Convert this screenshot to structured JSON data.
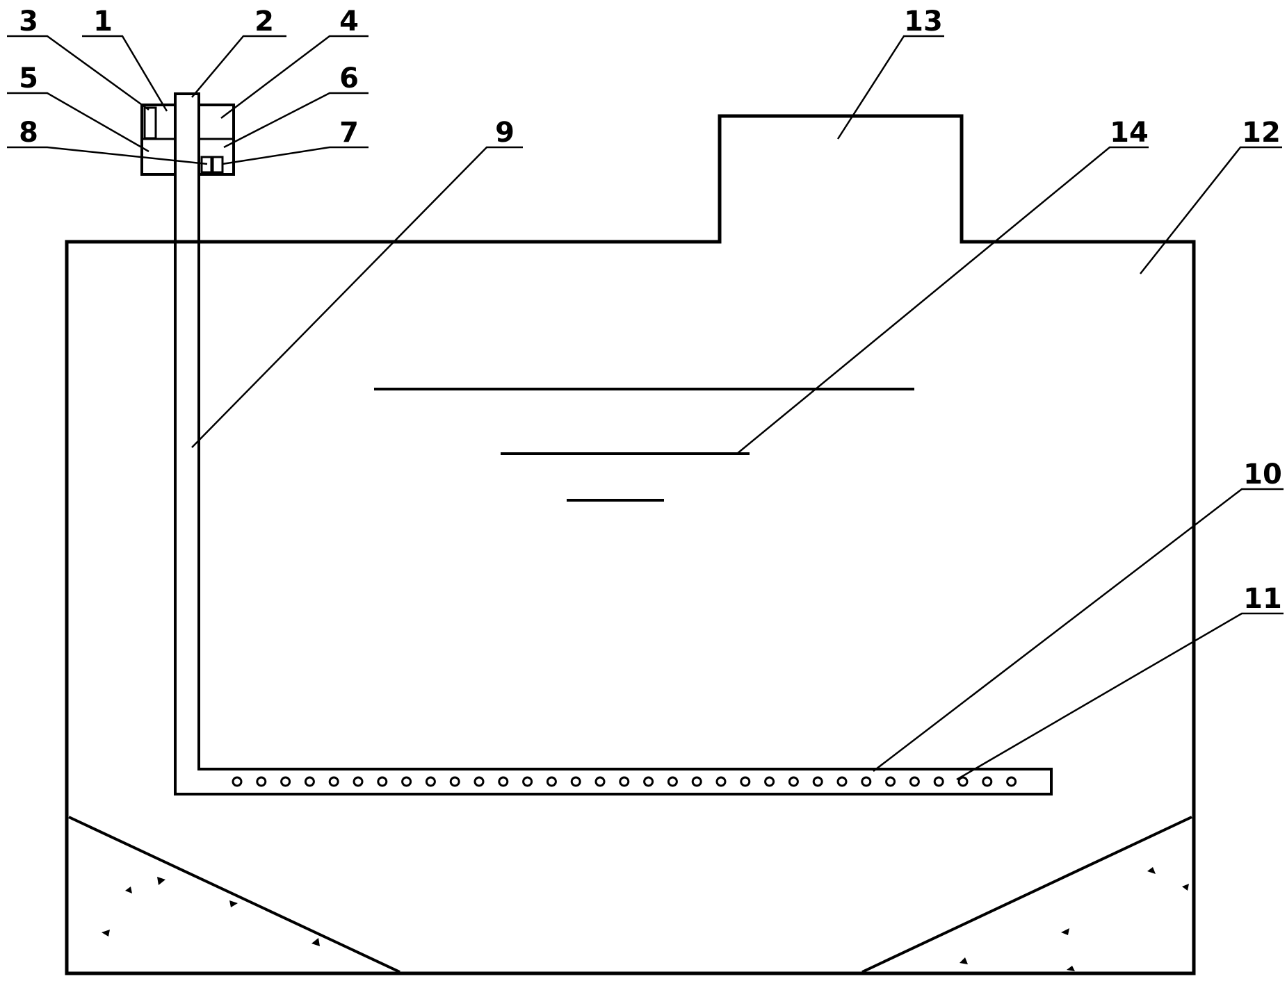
{
  "labels": {
    "l1": "1",
    "l2": "2",
    "l3": "3",
    "l4": "4",
    "l5": "5",
    "l6": "6",
    "l7": "7",
    "l8": "8",
    "l9": "9",
    "l10": "10",
    "l11": "11",
    "l12": "12",
    "l13": "13",
    "l14": "14"
  },
  "aeration_holes": {
    "count": 33
  }
}
